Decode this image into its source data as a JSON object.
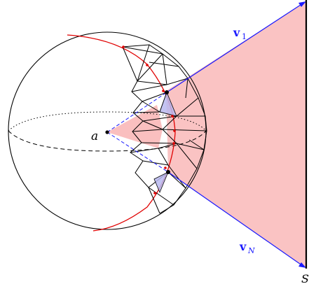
{
  "labels": {
    "a": "a",
    "v1_main": "v",
    "v1_sub": "1",
    "vN_main": "v",
    "vN_sub": "N",
    "S": "S"
  },
  "colors": {
    "stroke": "#000000",
    "blue": "#1a1aff",
    "red": "#e00000",
    "fill_pink": "#f9b8b8",
    "fill_blue": "#b8b8f0"
  }
}
